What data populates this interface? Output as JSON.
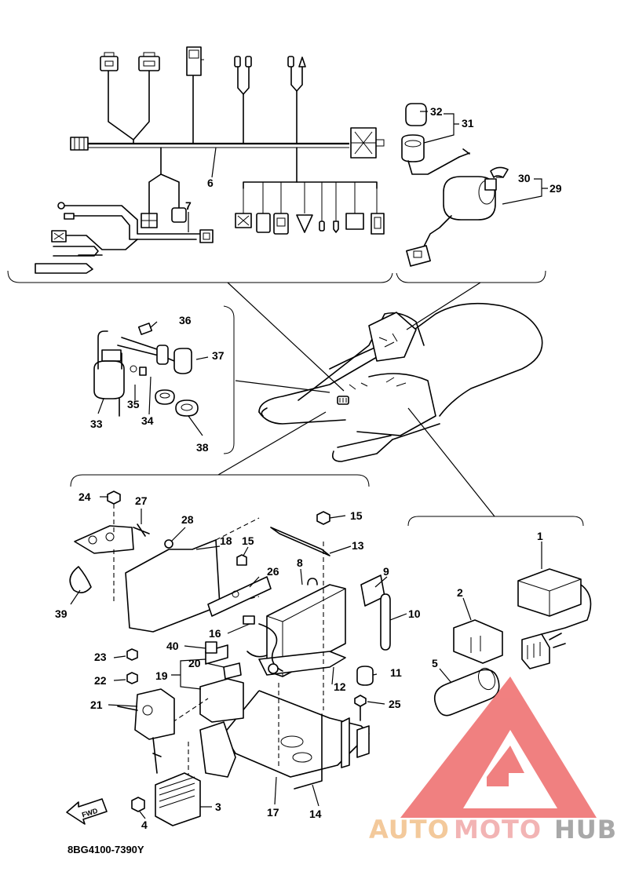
{
  "diagram": {
    "callouts": {
      "c1": "1",
      "c2": "2",
      "c3": "3",
      "c4": "4",
      "c5": "5",
      "c6": "6",
      "c7": "7",
      "c8": "8",
      "c9": "9",
      "c10": "10",
      "c11": "11",
      "c12": "12",
      "c13": "13",
      "c14": "14",
      "c15a": "15",
      "c15b": "15",
      "c16": "16",
      "c17": "17",
      "c18": "18",
      "c19": "19",
      "c20": "20",
      "c21": "21",
      "c22": "22",
      "c23": "23",
      "c24": "24",
      "c25": "25",
      "c26": "26",
      "c27": "27",
      "c28": "28",
      "c29": "29",
      "c30": "30",
      "c31": "31",
      "c32": "32",
      "c33": "33",
      "c34": "34",
      "c35": "35",
      "c36": "36",
      "c37": "37",
      "c38": "38",
      "c39": "39",
      "c40": "40"
    },
    "direction_label": "FWD",
    "part_code": "8BG4100-7390Y"
  },
  "watermark": {
    "word_1": "AUTO",
    "word_2": "MOTO",
    "word_3": "HUB",
    "colors": {
      "auto": "#f2c08a",
      "moto": "#f0a8a8",
      "hub": "#9a9a9a",
      "triangle": "#ee6a6a"
    }
  }
}
